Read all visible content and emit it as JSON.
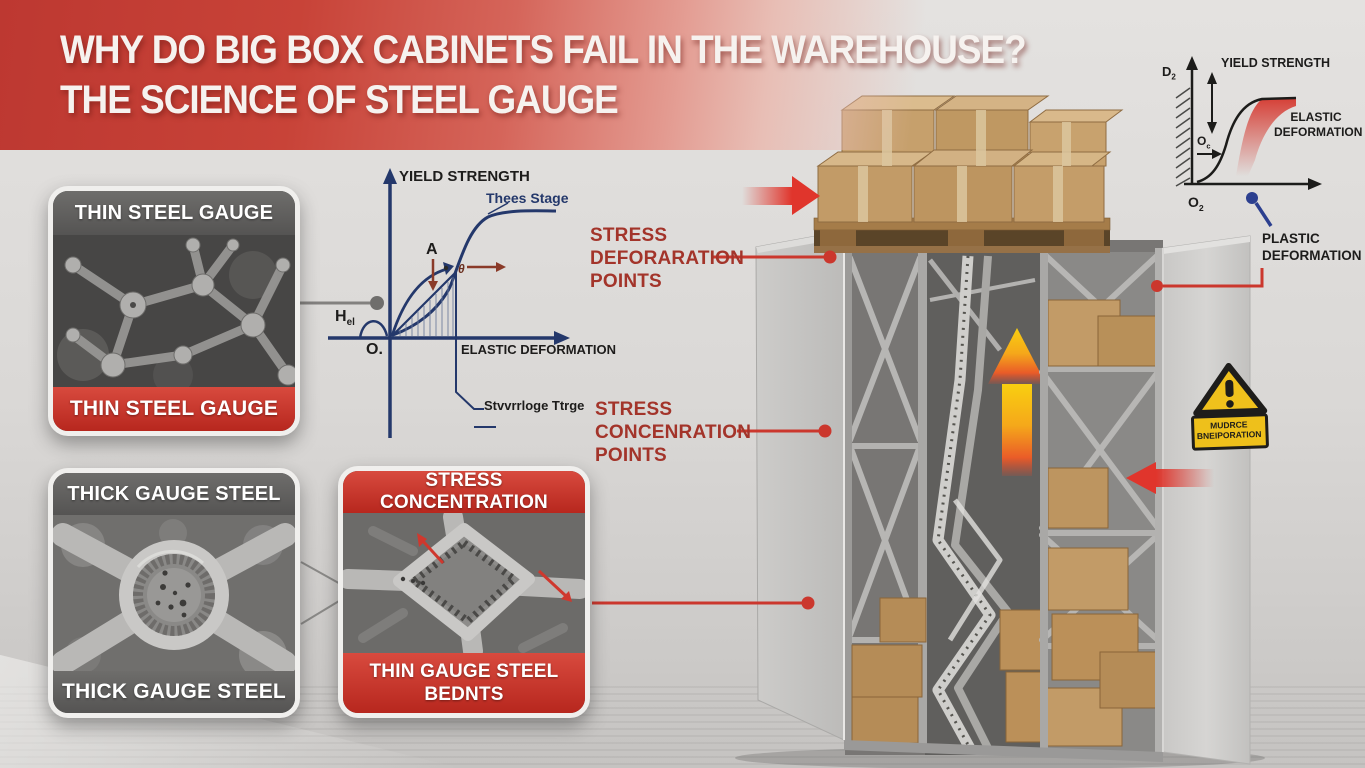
{
  "title": {
    "line1": "WHY DO BIG BOX CABINETS FAIL IN THE WAREHOUSE?",
    "line2": "THE SCIENCE OF STEEL GAUGE"
  },
  "panels": {
    "thin_steel": {
      "header": "THIN STEEL GAUGE",
      "footer": "THIN STEEL GAUGE"
    },
    "thick_steel": {
      "header": "THICK GAUGE STEEL",
      "footer": "THICK GAUGE STEEL"
    },
    "stress_concentration": {
      "header": "STRESS CONCENTRATION",
      "footer_line1": "THIN GAUGE STEEL",
      "footer_line2": "BEDNTS"
    }
  },
  "callouts": {
    "deformation": {
      "line1": "STRESS",
      "line2": "DEFORARATION",
      "line3": "POINTS"
    },
    "concentration": {
      "line1": "STRESS",
      "line2": "CONCENRATION",
      "line3": "POINTS"
    }
  },
  "main_chart": {
    "yield_strength": "YIELD STRENGTH",
    "curve_label": "Thees Stage",
    "point_a": "A",
    "theta": "θ",
    "h_label": "H",
    "h_sub": "el",
    "origin": "O.",
    "x_axis_label": "ELASTIC DEFORMATION",
    "lower_label": "Stvvrrloge Ttrge"
  },
  "mini_chart": {
    "yield_strength": "YIELD STRENGTH",
    "elastic_line1": "ELASTIC",
    "elastic_line2": "DEFORMATION",
    "plastic_line1": "PLASTIC",
    "plastic_line2": "DEFORMATION",
    "d_label": "D",
    "d_sub": "2",
    "oc_label": "O",
    "oc_sub": "c",
    "o2_label": "O",
    "o2_sub": "2"
  },
  "warning_sign": {
    "line1": "MUDRCE",
    "line2": "BNEIPORATION"
  },
  "colors": {
    "banner_red": "#bd3831",
    "panel_red": "#cd2f27",
    "panel_gray": "#5f5f5d",
    "callout_red": "#a3342a",
    "connector_red": "#cb372d",
    "chart_navy": "#24386b",
    "warning_yellow": "#f0c11c",
    "arrow_yellow": "#f8c713",
    "arrow_red": "#e0352c",
    "box_tan": "#c29b67"
  }
}
